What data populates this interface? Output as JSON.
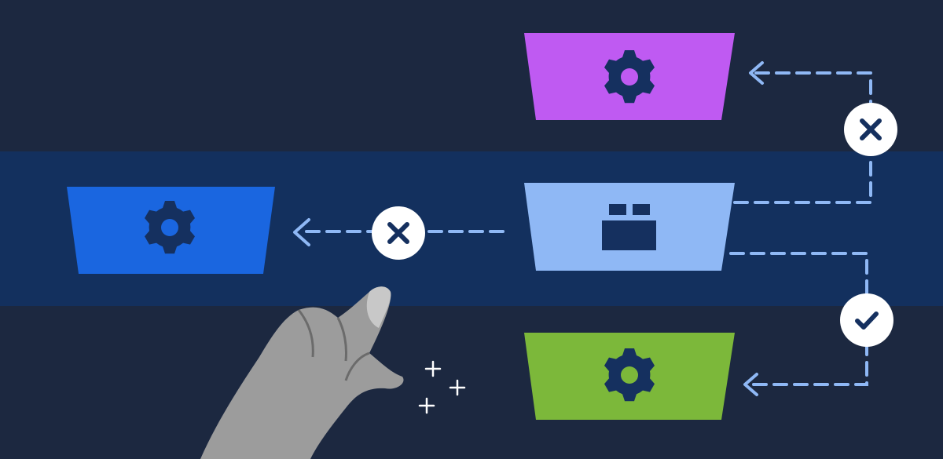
{
  "colors": {
    "background": "#1c2840",
    "band": "#13305e",
    "purple_block": "#bf5af2",
    "blue_block": "#1a66e0",
    "light_block": "#8fb8f5",
    "green_block": "#7cb83a",
    "icon": "#15305f",
    "connector": "#8fb8f5",
    "badge": "#ffffff"
  },
  "blocks": [
    {
      "id": "purple",
      "icon": "gear-icon"
    },
    {
      "id": "blue",
      "icon": "gear-icon"
    },
    {
      "id": "center",
      "icon": "lego-brick-icon"
    },
    {
      "id": "green",
      "icon": "gear-icon"
    }
  ],
  "badges": [
    {
      "icon": "x-icon",
      "status": "rejected"
    },
    {
      "icon": "x-icon",
      "status": "rejected"
    },
    {
      "icon": "check-icon",
      "status": "accepted"
    }
  ],
  "decorations": [
    "pointing-hand",
    "sparkle-plus-icons"
  ]
}
